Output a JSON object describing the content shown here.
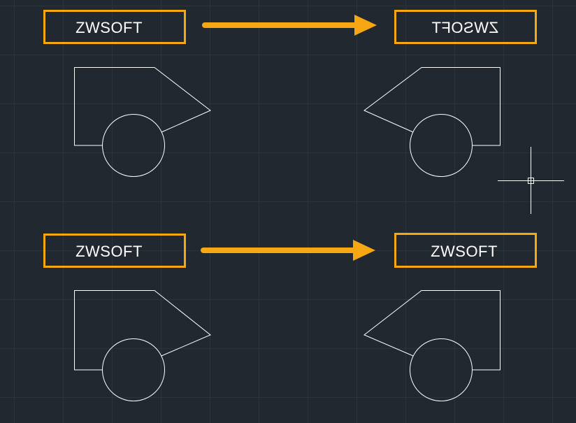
{
  "canvas": {
    "background_color": "#212830",
    "grid_color": "#2b333b",
    "accent_color": "#f6a713",
    "line_color": "#ffffff"
  },
  "rows": [
    {
      "source_label": "ZWSOFT",
      "result_label": "ZWSOFT",
      "result_text_mirrored": true,
      "arrow": "right-arrow"
    },
    {
      "source_label": "ZWSOFT",
      "result_label": "ZWSOFT",
      "result_text_mirrored": false,
      "arrow": "right-arrow"
    }
  ],
  "cursor": {
    "icon": "crosshair-cursor-icon"
  }
}
